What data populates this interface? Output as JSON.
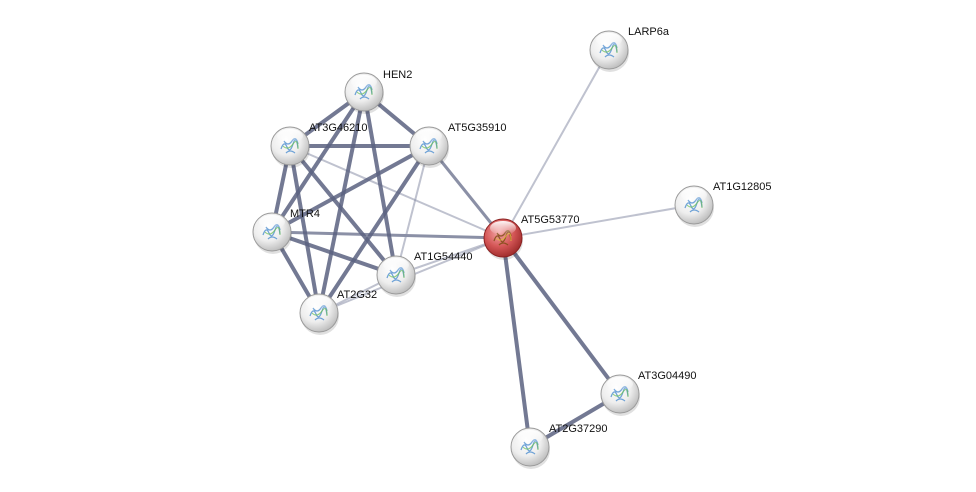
{
  "graph": {
    "nodes": [
      {
        "id": "AT5G53770",
        "label": "AT5G53770",
        "query": true,
        "color": "#c84a4a"
      },
      {
        "id": "LARP6a",
        "label": "LARP6a",
        "query": false,
        "color": "#eeeeee"
      },
      {
        "id": "AT1G12805",
        "label": "AT1G12805",
        "query": false,
        "color": "#eeeeee"
      },
      {
        "id": "HEN2",
        "label": "HEN2",
        "query": false,
        "color": "#eeeeee"
      },
      {
        "id": "AT3G46210",
        "label": "AT3G46210",
        "query": false,
        "color": "#eeeeee"
      },
      {
        "id": "AT5G35910",
        "label": "AT5G35910",
        "query": false,
        "color": "#eeeeee"
      },
      {
        "id": "MTR4",
        "label": "MTR4",
        "query": false,
        "color": "#eeeeee"
      },
      {
        "id": "AT1G54440",
        "label": "AT1G54440",
        "query": false,
        "color": "#eeeeee"
      },
      {
        "id": "AT2G32",
        "label": "AT2G32",
        "query": false,
        "color": "#eeeeee"
      },
      {
        "id": "AT3G04490",
        "label": "AT3G04490",
        "query": false,
        "color": "#eeeeee"
      },
      {
        "id": "AT2G37290",
        "label": "AT2G37290",
        "query": false,
        "color": "#eeeeee"
      }
    ],
    "edges": [
      {
        "source": "AT5G53770",
        "target": "LARP6a",
        "weight": "thin"
      },
      {
        "source": "AT5G53770",
        "target": "AT1G12805",
        "weight": "thin"
      },
      {
        "source": "AT5G53770",
        "target": "AT5G35910",
        "weight": "medium"
      },
      {
        "source": "AT5G53770",
        "target": "AT3G46210",
        "weight": "thin"
      },
      {
        "source": "AT5G53770",
        "target": "MTR4",
        "weight": "medium"
      },
      {
        "source": "AT5G53770",
        "target": "AT1G54440",
        "weight": "thin"
      },
      {
        "source": "AT5G53770",
        "target": "AT2G32",
        "weight": "thin"
      },
      {
        "source": "AT5G53770",
        "target": "AT3G04490",
        "weight": "thick"
      },
      {
        "source": "AT5G53770",
        "target": "AT2G37290",
        "weight": "thick"
      },
      {
        "source": "AT3G04490",
        "target": "AT2G37290",
        "weight": "thick"
      },
      {
        "source": "HEN2",
        "target": "AT3G46210",
        "weight": "thick"
      },
      {
        "source": "HEN2",
        "target": "AT5G35910",
        "weight": "thick"
      },
      {
        "source": "HEN2",
        "target": "MTR4",
        "weight": "thick"
      },
      {
        "source": "HEN2",
        "target": "AT1G54440",
        "weight": "thick"
      },
      {
        "source": "HEN2",
        "target": "AT2G32",
        "weight": "thick"
      },
      {
        "source": "AT3G46210",
        "target": "AT5G35910",
        "weight": "thick"
      },
      {
        "source": "AT3G46210",
        "target": "MTR4",
        "weight": "thick"
      },
      {
        "source": "AT3G46210",
        "target": "AT1G54440",
        "weight": "thick"
      },
      {
        "source": "AT3G46210",
        "target": "AT2G32",
        "weight": "thick"
      },
      {
        "source": "AT5G35910",
        "target": "MTR4",
        "weight": "thick"
      },
      {
        "source": "AT5G35910",
        "target": "AT1G54440",
        "weight": "thin"
      },
      {
        "source": "AT5G35910",
        "target": "AT2G32",
        "weight": "thick"
      },
      {
        "source": "MTR4",
        "target": "AT1G54440",
        "weight": "thick"
      },
      {
        "source": "MTR4",
        "target": "AT2G32",
        "weight": "thick"
      },
      {
        "source": "AT1G54440",
        "target": "AT2G32",
        "weight": "thin"
      }
    ]
  }
}
